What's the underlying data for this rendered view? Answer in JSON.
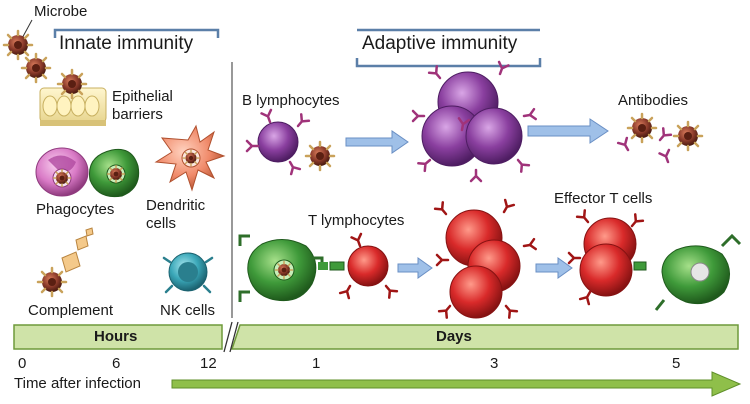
{
  "headers": {
    "innate": "Innate immunity",
    "adaptive": "Adaptive immunity"
  },
  "labels": {
    "microbe": "Microbe",
    "epithelial_1": "Epithelial",
    "epithelial_2": "barriers",
    "phagocytes": "Phagocytes",
    "dendritic_1": "Dendritic",
    "dendritic_2": "cells",
    "complement": "Complement",
    "nk_cells": "NK cells",
    "b_lymphocytes": "B lymphocytes",
    "antibodies": "Antibodies",
    "t_lymphocytes": "T lymphocytes",
    "effector_t_cells": "Effector T cells"
  },
  "timeline": {
    "hours_label": "Hours",
    "days_label": "Days",
    "ticks": [
      "0",
      "6",
      "12",
      "1",
      "3",
      "5"
    ],
    "axis_label": "Time after infection"
  },
  "colors": {
    "header_bracket": "#5b7fa8",
    "bar_fill": "#cfe3a8",
    "bar_border": "#6f9a3a",
    "arrow_blue": "#7aa3d8",
    "axis_arrow": "#7fae3e",
    "b_cell": "#8a3f9f",
    "t_cell": "#d92a2a",
    "phagocyte": "#3f9a3a",
    "dendritic": "#f08a6a",
    "nk_cell": "#3aa7b8",
    "microbe": "#8a3a2a",
    "receptor": "#a0337a"
  },
  "icons": [
    "microbe-icon",
    "epithelial-barrier-icon",
    "phagocyte-icon",
    "dendritic-cell-icon",
    "complement-icon",
    "nk-cell-icon",
    "b-lymphocyte-icon",
    "plasma-cell-cluster-icon",
    "antibody-icon",
    "t-lymphocyte-icon",
    "effector-t-cell-icon",
    "macrophage-icon"
  ]
}
